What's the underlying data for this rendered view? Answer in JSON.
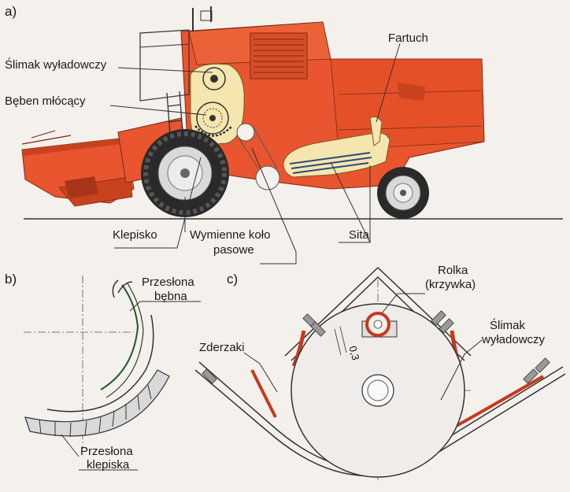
{
  "panels": {
    "a": "a)",
    "b": "b)",
    "c": "c)"
  },
  "labels_a": {
    "slimak": "Ślimak wyładowczy",
    "beben": "Bęben młócący",
    "fartuch": "Fartuch",
    "klepisko": "Klepisko",
    "kolo_line1": "Wymienne koło",
    "kolo_line2": "pasowe",
    "sita": "Sita"
  },
  "labels_b": {
    "przeslona_bebna_1": "Przesłona",
    "przeslona_bebna_2": "bębna",
    "przeslona_klepiska_1": "Przesłona",
    "przeslona_klepiska_2": "klepiska"
  },
  "labels_c": {
    "rolka_1": "Rolka",
    "rolka_2": "(krzywka)",
    "slimak_1": "Ślimak",
    "slimak_2": "wyładowczy",
    "zderzaki": "Zderzaki",
    "dim": "0,3"
  },
  "colors": {
    "body": "#e8552f",
    "body_dark": "#c9421f",
    "cream": "#f5e6b0",
    "tire": "#2a2a2a",
    "wheel_hub": "#d9d9d9",
    "red_part": "#c63a1e",
    "background": "#f4f0ec"
  }
}
